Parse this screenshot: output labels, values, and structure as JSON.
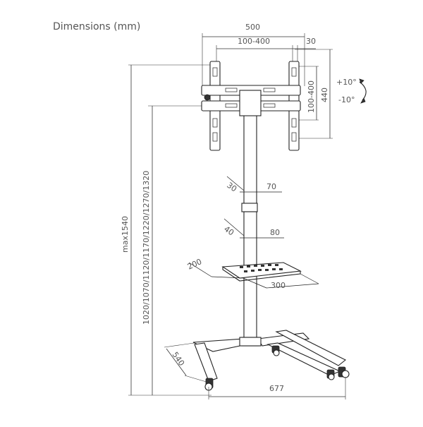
{
  "title": "Dimensions (mm)",
  "labels": {
    "width_500": "500",
    "vesa_h": "100-400",
    "offset_30": "30",
    "vesa_v": "100-400",
    "height_440": "440",
    "tilt_up": "+10°",
    "tilt_down": "-10°",
    "max_height": "max1540",
    "height_steps": "1020/1070/1120/1170/1220/1270/1320",
    "col_30": "30",
    "col_70": "70",
    "col_40": "40",
    "col_80": "80",
    "shelf_200": "200",
    "shelf_300": "300",
    "base_540": "540",
    "base_677": "677"
  }
}
